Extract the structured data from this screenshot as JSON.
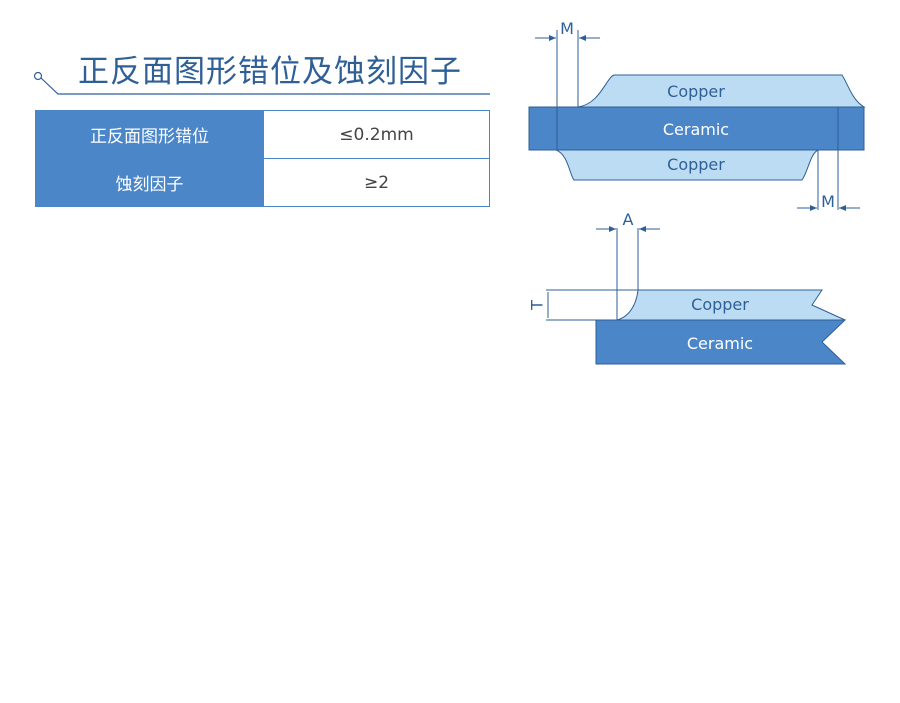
{
  "title": "正反面图形错位及蚀刻因子",
  "spec_table": {
    "rows": [
      {
        "key": "正反面图形错位",
        "value": "≤0.2mm"
      },
      {
        "key": "蚀刻因子",
        "value": "≥2"
      }
    ]
  },
  "diagram_top": {
    "top_layer": "Copper",
    "middle_layer": "Ceramic",
    "bottom_layer": "Copper",
    "dim_top": "M",
    "dim_bottom": "M"
  },
  "diagram_bottom": {
    "top_layer": "Copper",
    "base_layer": "Ceramic",
    "dim_width": "A",
    "dim_thickness": "T"
  },
  "colors": {
    "dark_blue": "#4a86c8",
    "light_blue": "#bcdcf4",
    "title_blue": "#2f5f97",
    "line": "#2f5f97"
  }
}
